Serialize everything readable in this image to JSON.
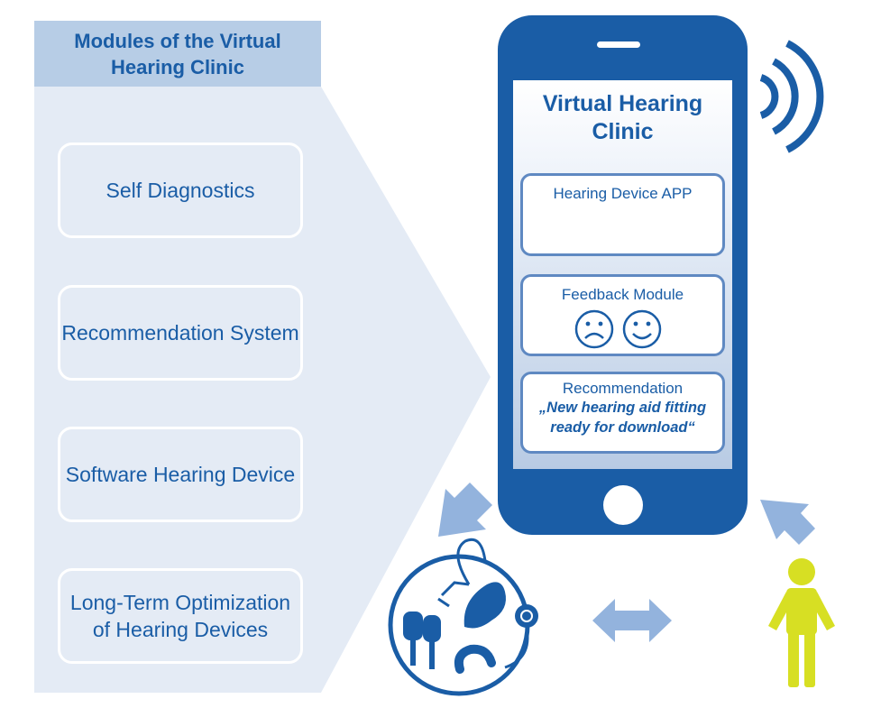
{
  "modules_panel": {
    "title": "Modules of the Virtual Hearing Clinic",
    "items": [
      {
        "label": "Self Diagnostics"
      },
      {
        "label": "Recommendation System"
      },
      {
        "label": "Software Hearing Device"
      },
      {
        "label": "Long-Term Optimization of Hearing Devices"
      }
    ]
  },
  "phone": {
    "title": "Virtual Hearing Clinic",
    "app_box": {
      "label": "Hearing Device APP"
    },
    "feedback_box": {
      "label": "Feedback Module",
      "icons": [
        "sad-face-icon",
        "happy-face-icon"
      ]
    },
    "recommendation_box": {
      "label": "Recommendation",
      "message": "„New hearing aid fitting ready for download“"
    }
  },
  "icons": [
    "wireless-signal-icon",
    "hearing-devices-icon",
    "person-icon",
    "arrow-down-left-icon",
    "arrow-up-left-icon",
    "double-arrow-icon"
  ],
  "colors": {
    "primary_blue": "#1a5da6",
    "panel_light": "#e4ebf5",
    "panel_header": "#b7cde6",
    "arrow_blue": "#93b3dd",
    "person_yellow": "#d7df23"
  }
}
